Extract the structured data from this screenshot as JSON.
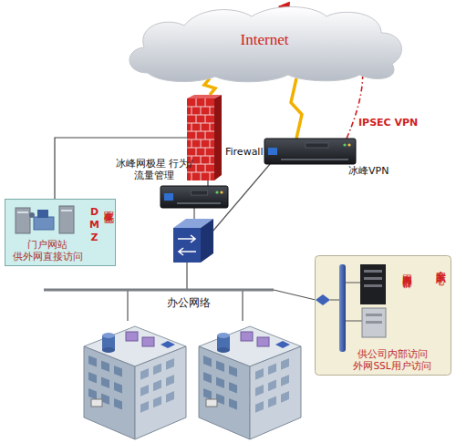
{
  "diagram": {
    "nodes": [
      {
        "text": [
          "Internet"
        ]
      },
      {
        "text": [
          "Firewall"
        ]
      },
      {
        "text": [
          "冰峰网极星 行为/流量管理"
        ]
      },
      {
        "text": [
          "冰峰VPN"
        ]
      },
      {
        "text": [
          "DMZ",
          "非军事化区",
          "门户网站 供外网直接访问"
        ]
      },
      {
        "text": [
          "内网服务器群",
          "安全数据中心",
          "供公司内部访问 外网SSL用户访问"
        ]
      }
    ],
    "edges": [
      {
        "from": 0,
        "to": 1,
        "arrow": "none"
      },
      {
        "from": 0,
        "to": 3,
        "arrow": "none"
      },
      {
        "from": 3,
        "to": 0,
        "arrow": "to",
        "label": "IPSEC VPN"
      },
      {
        "from": 1,
        "to": 2,
        "arrow": "none"
      },
      {
        "from": 1,
        "to": 4,
        "arrow": "none"
      }
    ],
    "labels": [
      "办公网络"
    ]
  }
}
